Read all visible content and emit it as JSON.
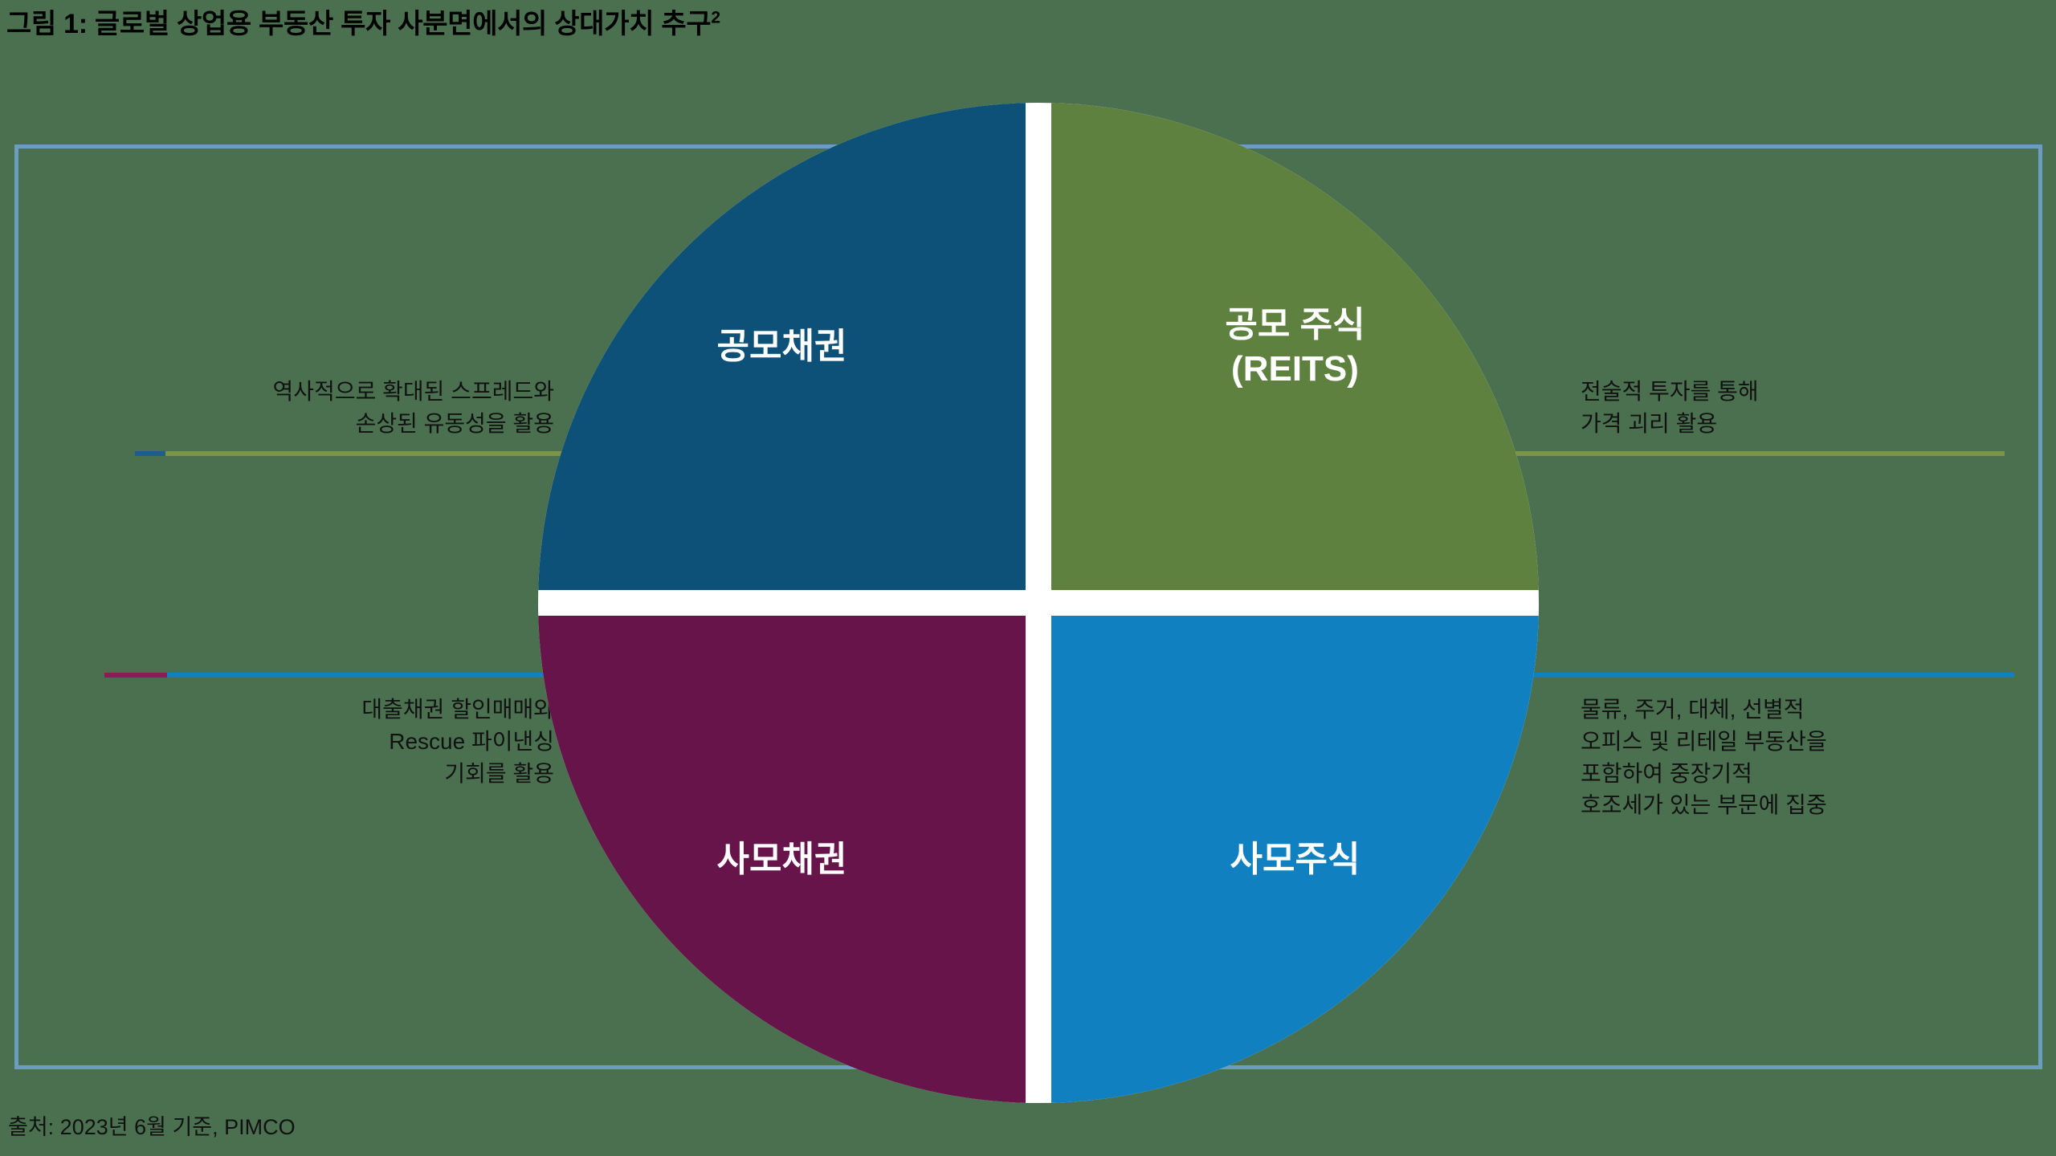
{
  "title": {
    "text": "그림 1: 글로벌 상업용 부동산 투자 사분면에서의 상대가치 추구",
    "footnote_marker": "2"
  },
  "quadrants": [
    {
      "key": "public_debt",
      "label": "공모채권",
      "color": "#0d5179",
      "position": "top-left"
    },
    {
      "key": "public_equity",
      "label": "공모 주식\n(REITS)",
      "color": "#5f8140",
      "position": "top-right"
    },
    {
      "key": "private_debt",
      "label": "사모채권",
      "color": "#67144a",
      "position": "bottom-left"
    },
    {
      "key": "private_equity",
      "label": "사모주식",
      "color": "#1180c0",
      "position": "bottom-right"
    }
  ],
  "callouts": [
    {
      "key": "public_debt",
      "text": "역사적으로 확대된 스프레드와\n손상된 유동성을 활용",
      "rule_color": "#1b5f8c",
      "align": "right"
    },
    {
      "key": "public_equity",
      "text": "전술적 투자를 통해\n가격 괴리 활용",
      "rule_color": "#7d9346",
      "align": "left"
    },
    {
      "key": "private_debt",
      "text": "대출채권 할인매매와\nRescue 파이낸싱\n기회를 활용",
      "rule_color": "#8e1a5c",
      "align": "right"
    },
    {
      "key": "private_equity",
      "text": "물류, 주거, 대체, 선별적\n오피스 및 리테일 부동산을\n포함하여 중장기적\n호조세가 있는 부문에 집중",
      "rule_color": "#1180c0",
      "align": "left"
    }
  ],
  "source": "출처: 2023년 6월 기준, PIMCO",
  "colors": {
    "background": "#4a7050",
    "frame_border": "#6b9dc0",
    "circle_divider": "#ffffff",
    "text": "#111111"
  },
  "chart_data": {
    "type": "pie",
    "title": "그림 1: 글로벌 상업용 부동산 투자 사분면에서의 상대가치 추구",
    "subtitle": "",
    "xlabel": "",
    "ylabel": "",
    "legend_position": "none",
    "grid": false,
    "categories": [
      "공모채권",
      "공모 주식 (REITS)",
      "사모채권",
      "사모주식"
    ],
    "values": [
      25,
      25,
      25,
      25
    ],
    "colors": [
      "#0d5179",
      "#5f8140",
      "#67144a",
      "#1180c0"
    ],
    "annotations": [
      "역사적으로 확대된 스프레드와 손상된 유동성을 활용",
      "전술적 투자를 통해 가격 괴리 활용",
      "대출채권 할인매매와 Rescue 파이낸싱 기회를 활용",
      "물류, 주거, 대체, 선별적 오피스 및 리테일 부동산을 포함하여 중장기적 호조세가 있는 부문에 집중"
    ],
    "source": "출처: 2023년 6월 기준, PIMCO"
  }
}
